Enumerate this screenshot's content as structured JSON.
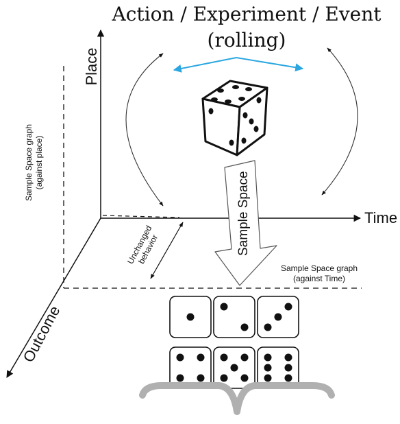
{
  "title": {
    "line1": "Action / Experiment / Event",
    "line2": "(rolling)"
  },
  "axes": {
    "place": "Place",
    "time": "Time",
    "outcome": "Outcome"
  },
  "labels": {
    "sample_space_place_1": "Sample Space graph",
    "sample_space_place_2": "(against place)",
    "sample_space_time_1": "Sample Space graph",
    "sample_space_time_2": "(against Time)",
    "unchanged_1": "Unchanged",
    "unchanged_2": "behavior",
    "sample_space_arrow": "Sample Space"
  },
  "dice_faces": [
    1,
    2,
    3,
    4,
    5,
    6
  ],
  "colors": {
    "accent_arrows": "#2aa7e0",
    "brace": "#b0b0b0",
    "ink": "#111111"
  }
}
